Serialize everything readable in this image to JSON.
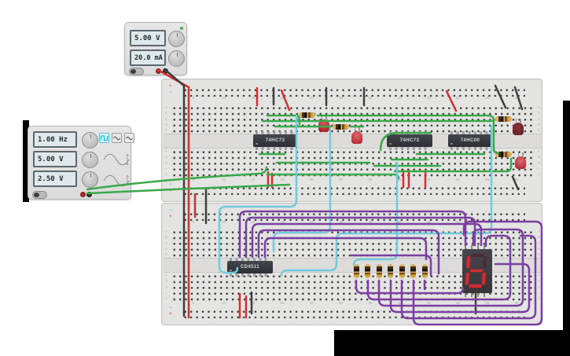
{
  "power_supply": {
    "voltage": "5.00 V",
    "current": "20.0 mA"
  },
  "function_generator": {
    "frequency": "1.00 Hz",
    "amplitude": "5.00 V",
    "offset": "2.50 V"
  },
  "chips": {
    "chip1": "74HC73",
    "chip2": "74HC73",
    "chip3": "74HC00",
    "chip4": "CD4511"
  },
  "seven_segment": {
    "value": "6"
  },
  "breadboard": {
    "column_numbers": [
      "5",
      "10",
      "15",
      "20",
      "25",
      "30",
      "35",
      "40",
      "45",
      "50",
      "55",
      "60"
    ],
    "row_letters_top": [
      "A",
      "B",
      "C",
      "D",
      "E"
    ],
    "row_letters_bottom": [
      "F",
      "G",
      "H",
      "I",
      "J"
    ],
    "rail_plus": "+",
    "rail_minus": "−"
  },
  "colors": {
    "wire_green": "#3aa94a",
    "wire_cyan": "#74cadd",
    "wire_purple": "#7b3fa4",
    "wire_red": "#d03030",
    "wire_black": "#3f3f3f",
    "led_on": "#c5323c",
    "led_off": "#7d2230",
    "segment_on": "#d22b33",
    "selected_waveform_accent": "#54c2e0"
  }
}
